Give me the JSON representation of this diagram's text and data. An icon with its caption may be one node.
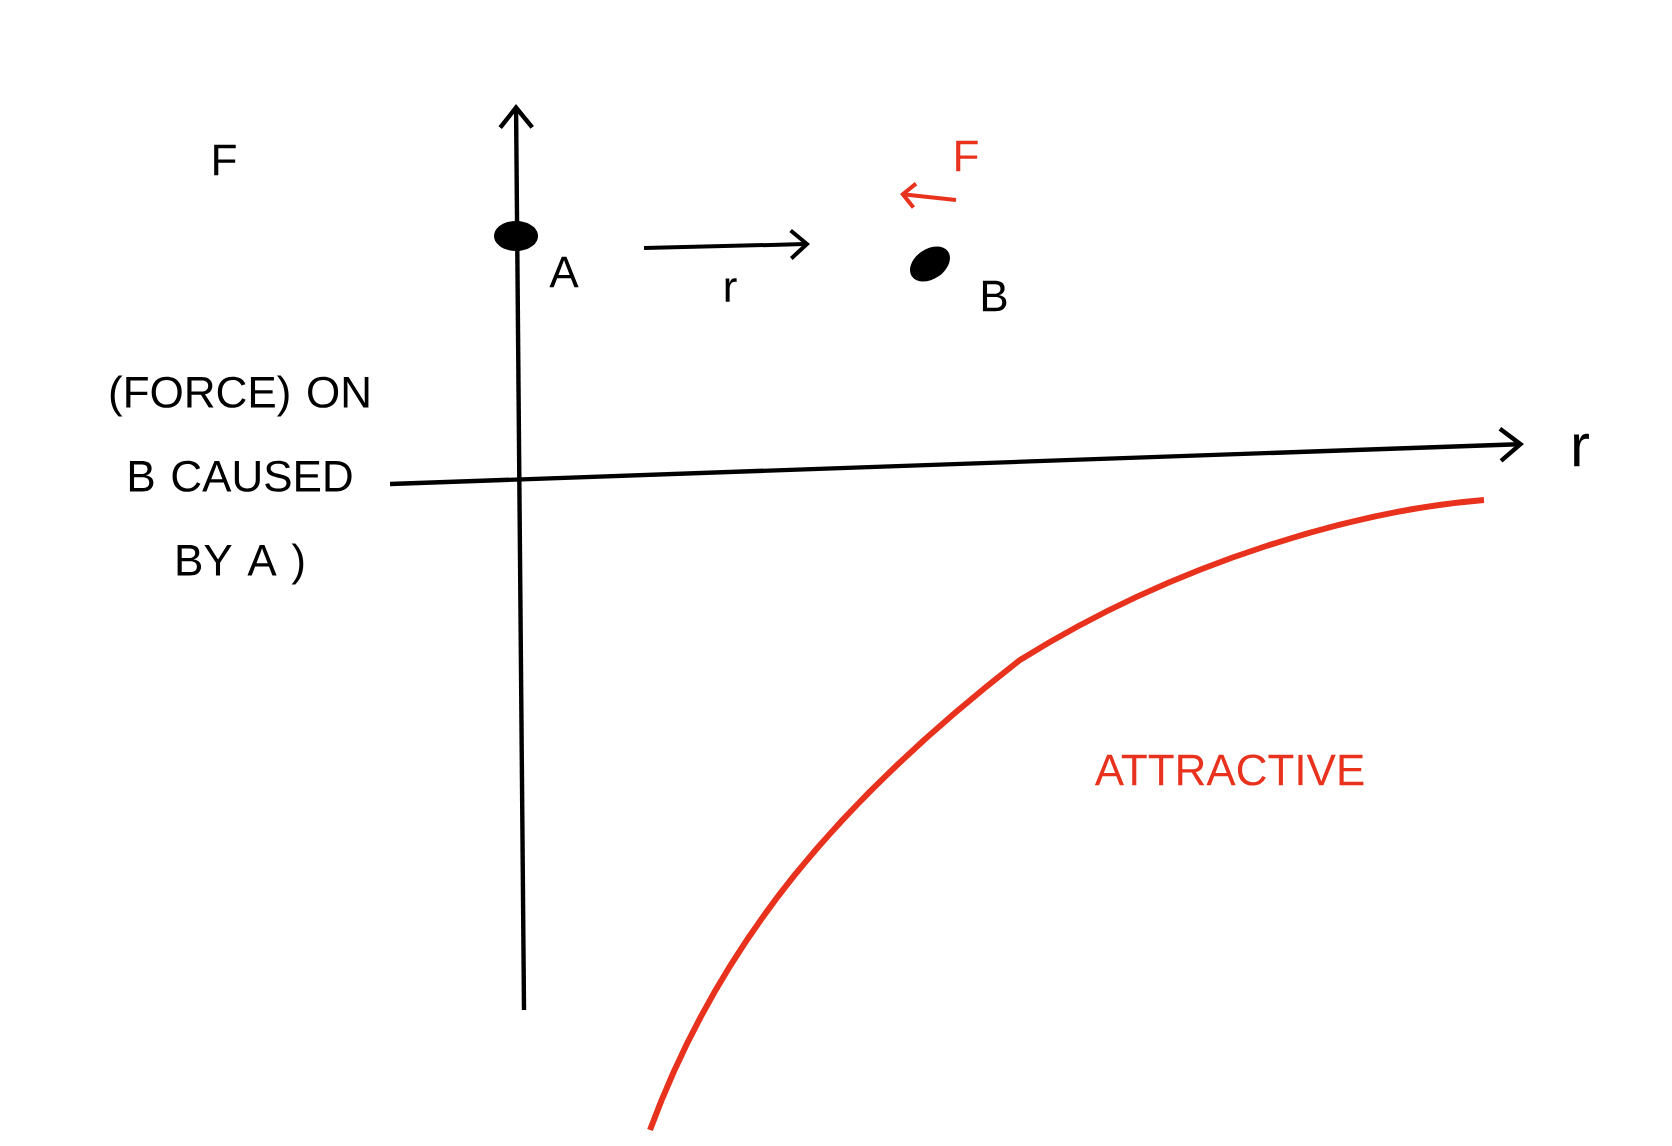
{
  "diagram": {
    "nodes": [
      {
        "text": [],
        "shape": "circle",
        "beside": [
          "A"
        ]
      },
      {
        "text": [],
        "shape": "circle",
        "beside": [
          "B"
        ]
      }
    ],
    "labels": [
      "F",
      "(FORCE) ON B CAUSED BY A )",
      "r",
      "F",
      "r",
      "ATTRACTIVE"
    ]
  }
}
